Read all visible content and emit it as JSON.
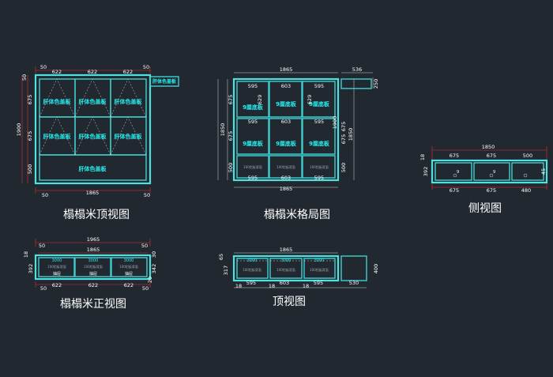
{
  "views": {
    "tatami_top": {
      "title": "榻榻米顶视图",
      "label_panel": "肝体色盖板",
      "label_right": "肝体色盖板",
      "label_bottom": "肝体色盖板",
      "dims": {
        "top_a": "50",
        "top_b": "622",
        "top_c": "622",
        "top_d": "622",
        "top_e": "50",
        "left_a": "50",
        "left_b": "675",
        "left_c": "675",
        "left_d": "500",
        "left_total": "1900",
        "bottom_a": "50",
        "bottom_total": "1865",
        "bottom_b": "50"
      }
    },
    "tatami_layout": {
      "title": "榻榻米格局图",
      "label_cell": "9厘底板",
      "label_box": "100铝板背面",
      "dims": {
        "top_total": "1865",
        "top_right": "536",
        "c1": "595",
        "c2": "603",
        "c3": "595",
        "b1": "595",
        "b2": "603",
        "b3": "595",
        "inner_a": "629",
        "inner_b": "629",
        "right_a": "675",
        "right_b": "675",
        "right_c": "500",
        "right_total": "1850",
        "right2": "1900",
        "left_a": "675",
        "left_b": "675",
        "left_c": "500",
        "left_total": "1850",
        "side_h": "250",
        "bottom_total": "1865"
      }
    },
    "side": {
      "title": "侧视图",
      "dims": {
        "total": "1850",
        "t1": "675",
        "t2": "675",
        "t3": "500",
        "b1": "675",
        "b2": "675",
        "b3": "480",
        "left_a": "18",
        "left_b": "392",
        "right": "45",
        "circle": "9"
      }
    },
    "front": {
      "title": "榻榻米正视图",
      "tag": "抽屉",
      "label_box": "100铝板背面",
      "label_head": "3000",
      "dims": {
        "total": "1965",
        "inner": "1865",
        "l50": "50",
        "r50": "50",
        "l18": "18",
        "l392": "392",
        "r30": "30",
        "r342": "342",
        "r20": "20",
        "b50a": "50",
        "b622a": "622",
        "b622b": "622",
        "b622c": "622",
        "b50b": "50"
      }
    },
    "top": {
      "title": "顶视图",
      "label_head": "3000",
      "label_box": "100铝板背面",
      "dims": {
        "total": "1865",
        "left_a": "65",
        "left_b": "317",
        "right": "400",
        "b18a": "18",
        "b595a": "595",
        "b18b": "18",
        "b603": "603",
        "b18c": "18",
        "b595b": "595",
        "b530": "530"
      }
    }
  }
}
